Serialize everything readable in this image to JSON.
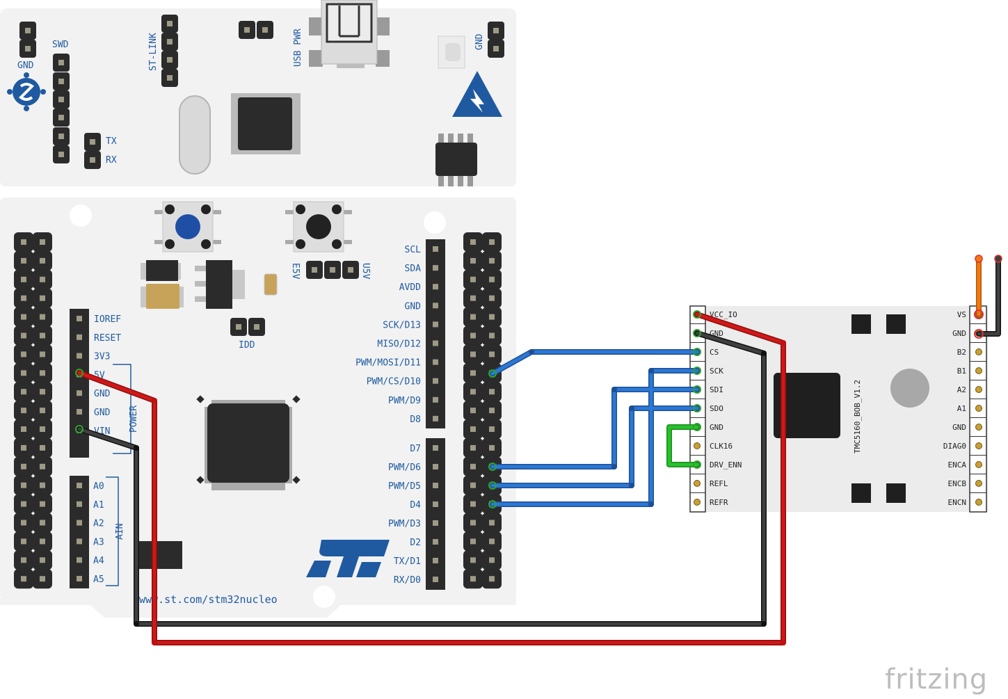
{
  "nucleo": {
    "top_labels": {
      "gnd": "GND",
      "swd": "SWD",
      "stlink": "ST-LINK",
      "usb_pwr": "USB PWR",
      "gnd2": "GND",
      "tx": "TX",
      "rx": "RX"
    },
    "mid_labels": {
      "idd": "IDD",
      "e5v": "E5V",
      "u5v": "U5V"
    },
    "power_header": [
      "IOREF",
      "RESET",
      "3V3",
      "5V",
      "GND",
      "GND",
      "VIN"
    ],
    "power_group_label": "POWER",
    "analog_header": [
      "A0",
      "A1",
      "A2",
      "A3",
      "A4",
      "A5"
    ],
    "analog_group_label": "AIN",
    "right_header_upper": [
      "SCL",
      "SDA",
      "AVDD",
      "GND",
      "SCK/D13",
      "MISO/D12",
      "PWM/MOSI/D11",
      "PWM/CS/D10",
      "PWM/D9",
      "D8"
    ],
    "right_header_lower": [
      "D7",
      "PWM/D6",
      "PWM/D5",
      "D4",
      "PWM/D3",
      "D2",
      "TX/D1",
      "RX/D0"
    ],
    "url": "www.st.com/stm32nucleo"
  },
  "tmc": {
    "left_pins": [
      "VCC_IO",
      "GND",
      "CS",
      "SCK",
      "SDI",
      "SDO",
      "GND",
      "CLK16",
      "DRV_ENN",
      "REFL",
      "REFR"
    ],
    "right_pins": [
      "VS",
      "GND",
      "B2",
      "B1",
      "A2",
      "A1",
      "GND",
      "DIAG0",
      "ENCA",
      "ENCB",
      "ENCN"
    ],
    "board_name": "TMC5160_BOB_V1.2"
  },
  "brand": "fritzing",
  "colors": {
    "label_blue": "#1f5aa0",
    "wire_red": "#c81414",
    "wire_black": "#2a2a2a",
    "wire_blue": "#2c6fc4",
    "wire_green": "#27b52a",
    "wire_orange": "#e8720f",
    "board": "#f2f2f2"
  }
}
